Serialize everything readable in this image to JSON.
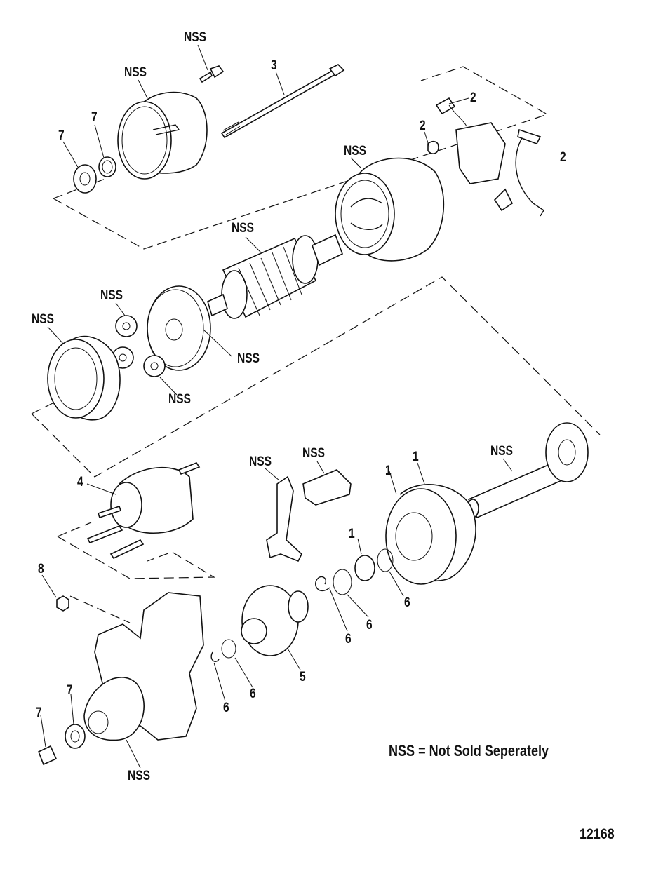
{
  "labels": {
    "nss_bolt": "NSS",
    "nss_end_cover": "NSS",
    "thru_bolt": "3",
    "washer_7a": "7",
    "washer_7b": "7",
    "brush_2a": "2",
    "brush_2b": "2",
    "brush_2c": "2",
    "nss_yoke": "NSS",
    "nss_armature": "NSS",
    "nss_gear_top": "NSS",
    "nss_ring_gear": "NSS",
    "nss_plate": "NSS",
    "nss_gear_bottom": "NSS",
    "solenoid_4": "4",
    "nss_lever": "NSS",
    "nss_holder": "NSS",
    "nss_shaft": "NSS",
    "housing_1a": "1",
    "housing_1b": "1",
    "bearing_1c": "1",
    "nut_8": "8",
    "ring_6a": "6",
    "ring_6b": "6",
    "ring_6c": "6",
    "ring_6d": "6",
    "ring_6e": "6",
    "clutch_5": "5",
    "washer_7c": "7",
    "bushing_7d": "7",
    "nss_front_housing": "NSS"
  },
  "legend": "NSS = Not Sold Seperately",
  "figure_number": "12168"
}
